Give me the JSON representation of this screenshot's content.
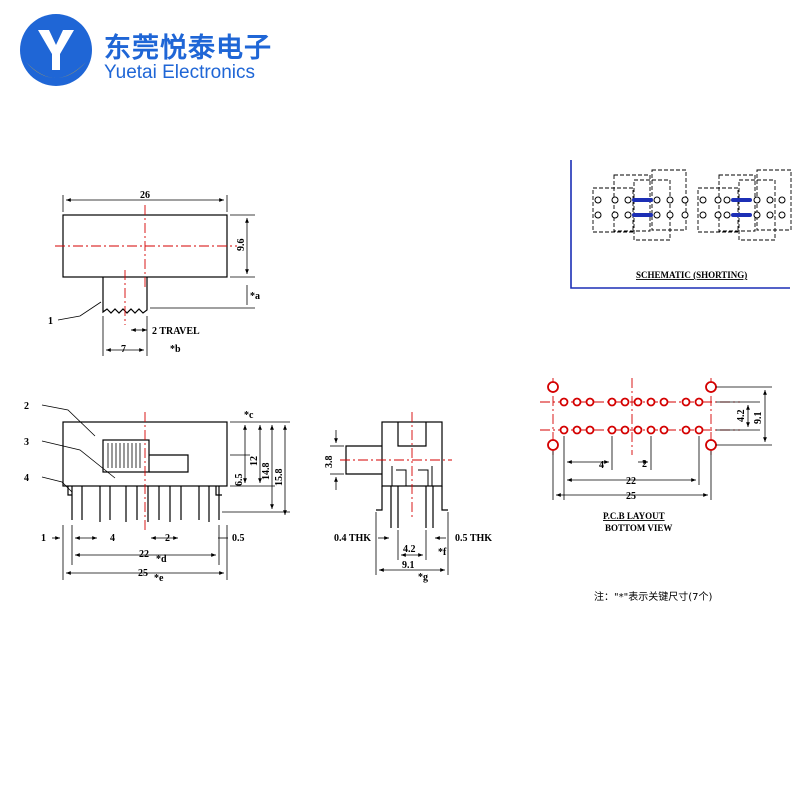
{
  "brand": {
    "company_cn": "东莞悦泰电子",
    "company_en": "Yuetai Electronics",
    "logo_colors": {
      "blue": "#1f66d6",
      "yellow": "#f6b818"
    }
  },
  "drawing": {
    "line_color": "#000000",
    "centerline_color": "#d40000",
    "pad_color": "#d40000",
    "schematic_frame_color": "#1c2fb5",
    "top_view": {
      "width_dim": "26",
      "height_dim": "9.6",
      "note_a": "*a",
      "callout_1": "1",
      "travel": "2 TRAVEL",
      "actuator_dim": "7",
      "note_b": "*b"
    },
    "side_view": {
      "callouts": [
        "2",
        "3",
        "4"
      ],
      "note_c": "*c",
      "dim_6_5": "6.5",
      "dim_12": "12",
      "dim_14_8": "14.8",
      "dim_15_8": "15.8",
      "dim_1": "1",
      "dim_4": "4",
      "dim_2": "2",
      "dim_0_5": "0.5",
      "dim_22": "22",
      "note_d": "*d",
      "dim_25": "25",
      "note_e": "*e"
    },
    "end_view": {
      "dim_3_8": "3.8",
      "thk_left": "0.4 THK",
      "thk_right": "0.5 THK",
      "dim_4_2": "4.2",
      "note_f": "*f",
      "dim_9_1": "9.1",
      "note_g": "*g"
    },
    "schematic": {
      "title": "SCHEMATIC (SHORTING)"
    },
    "pcb": {
      "dim_4_2": "4.2",
      "dim_9_1": "9.1",
      "dim_4": "4",
      "dim_2": "2",
      "dim_22": "22",
      "dim_25": "25",
      "title": "P.C.B LAYOUT",
      "subtitle": "BOTTOM VIEW"
    },
    "note": "注：\"*\"表示关键尺寸(7个)"
  }
}
